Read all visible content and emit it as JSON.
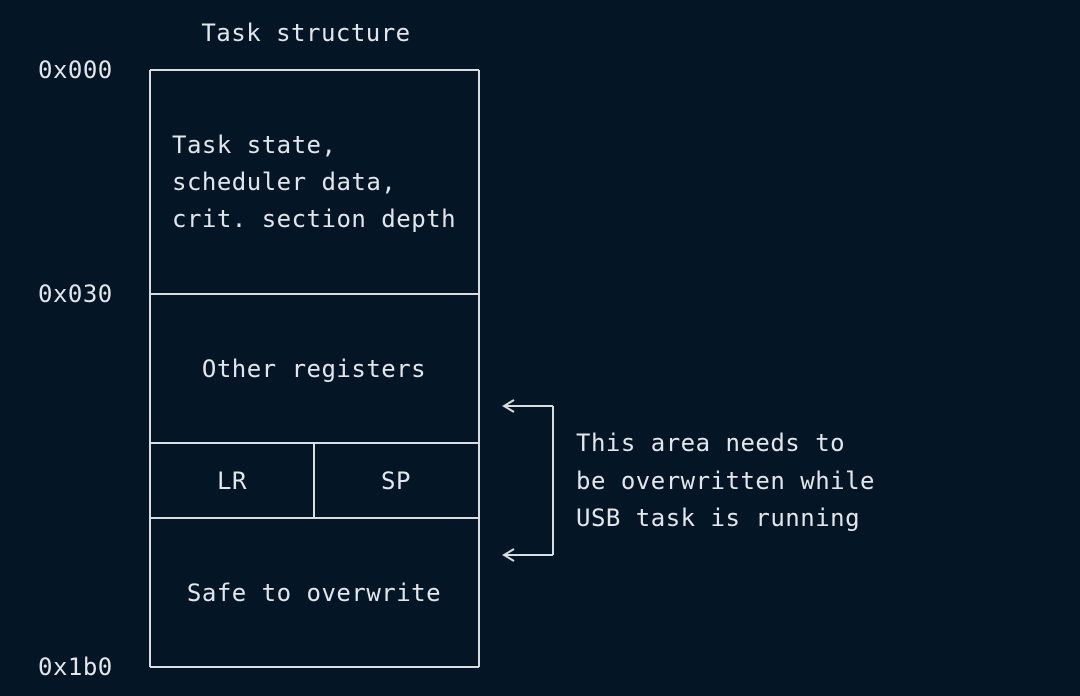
{
  "diagram": {
    "title": "Task structure",
    "addresses": {
      "top": "0x000",
      "middle": "0x030",
      "bottom": "0x1b0"
    },
    "sections": {
      "task_state": [
        "Task state,",
        "scheduler data,",
        "crit. section depth"
      ],
      "other_registers": "Other registers",
      "lr": "LR",
      "sp": "SP",
      "safe": "Safe to overwrite"
    },
    "annotation": [
      "This area needs to",
      "be overwritten while",
      "USB task is running"
    ],
    "colors": {
      "background": "#041526",
      "foreground": "#e2e6ea"
    }
  }
}
